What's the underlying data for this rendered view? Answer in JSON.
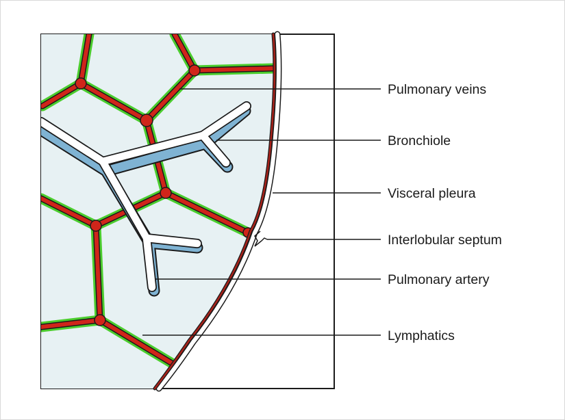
{
  "labels": {
    "pulmonary_veins": "Pulmonary veins",
    "bronchiole": "Bronchiole",
    "visceral_pleura": "Visceral pleura",
    "interlobular_septum": "Interlobular septum",
    "pulmonary_artery": "Pulmonary artery",
    "lymphatics": "Lymphatics"
  },
  "colors": {
    "lobule_fill": "#e7f1f3",
    "vein": "#d0251a",
    "lymphatic": "#4ccd2e",
    "artery": "#7fb3d3",
    "outline": "#1a1a1a"
  }
}
